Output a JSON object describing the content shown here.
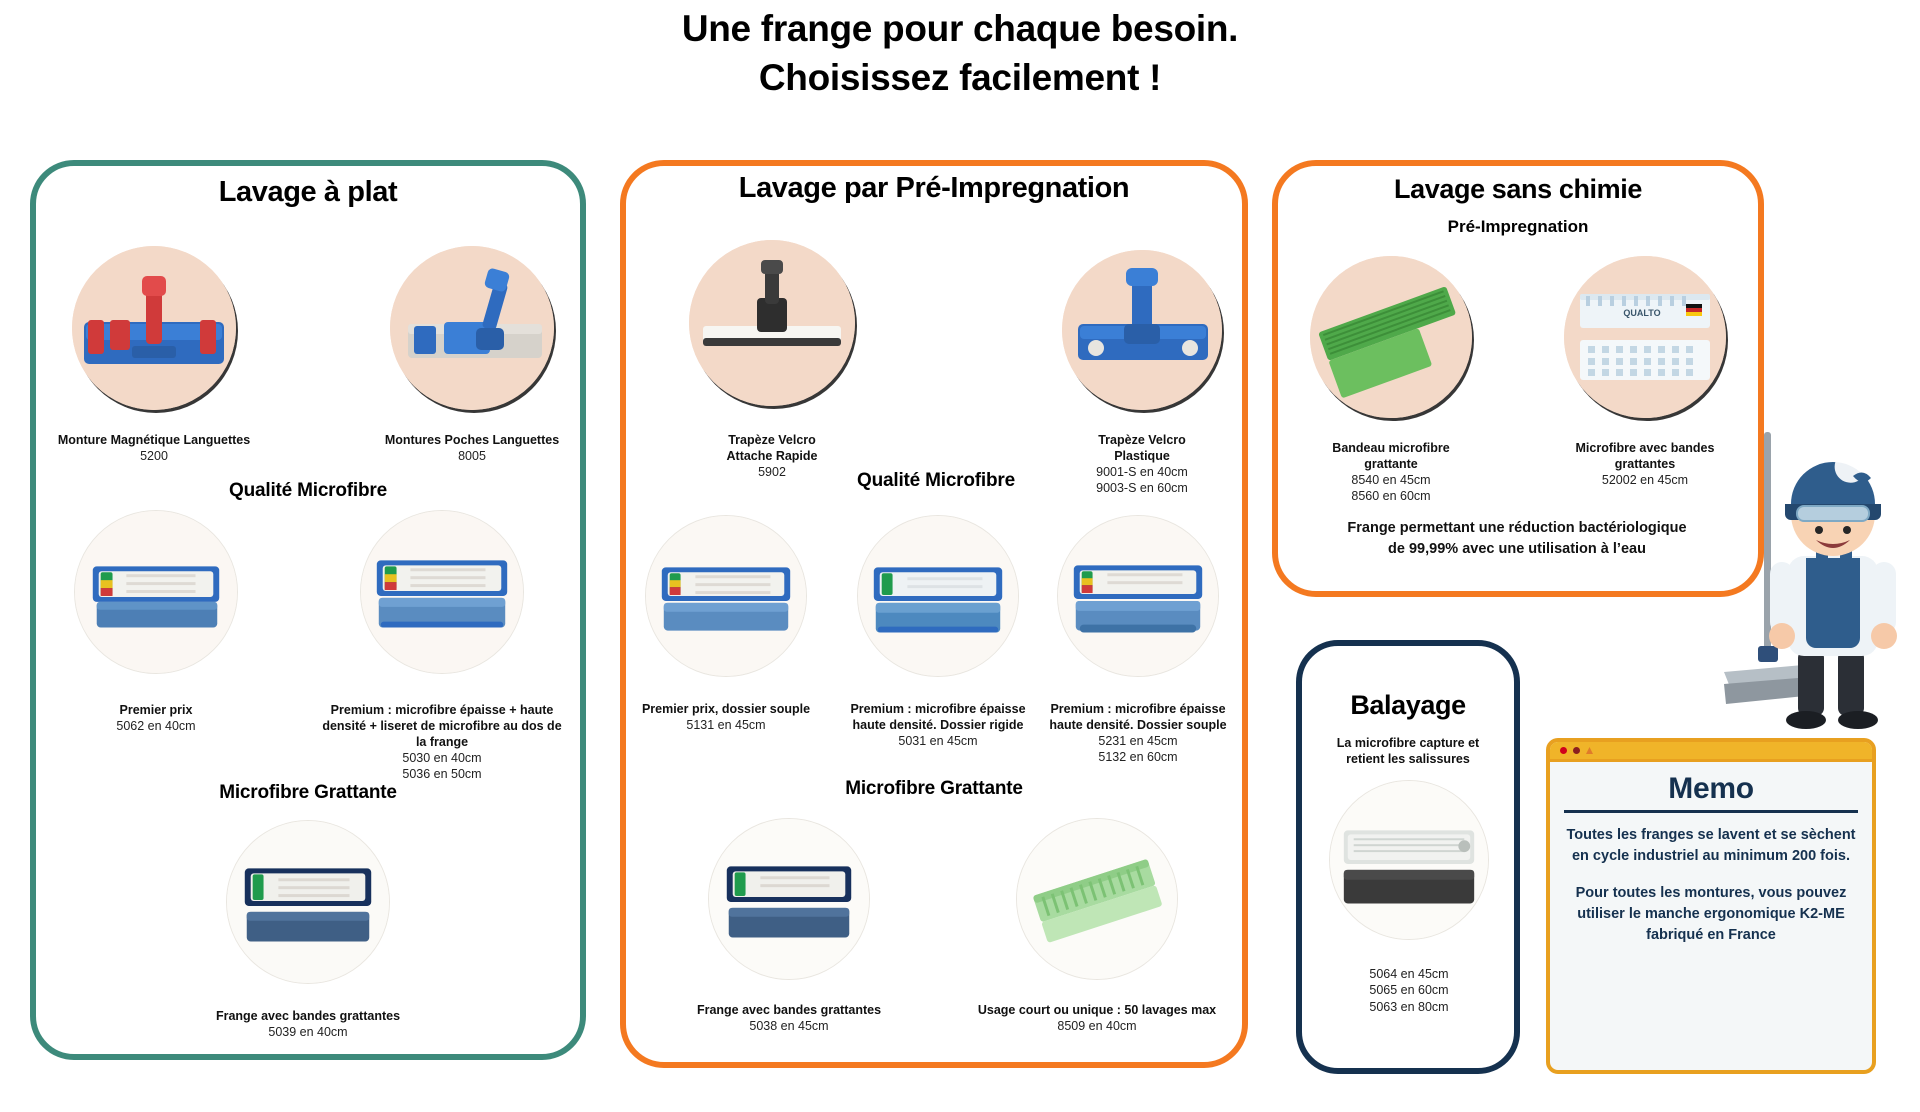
{
  "title": {
    "line1": "Une frange pour chaque besoin.",
    "line2": "Choisissez facilement !"
  },
  "colors": {
    "teal": "#3d8a7b",
    "orange": "#f47920",
    "navy": "#15314f",
    "memo_yellow": "#f0b429",
    "photo_bg": "#f3d9c8"
  },
  "panels": {
    "flat": {
      "heading": "Lavage à plat",
      "mounts": [
        {
          "name": "Monture Magnétique Languettes",
          "code": "5200"
        },
        {
          "name": "Montures Poches Languettes",
          "code": "8005"
        }
      ],
      "section_microfibre": "Qualité Microfibre",
      "microfibre_items": [
        {
          "name": "Premier prix",
          "codes": [
            "5062 en 40cm"
          ]
        },
        {
          "name": "Premium : microfibre épaisse + haute densité + liseret de microfibre au dos de la frange",
          "codes": [
            "5030 en 40cm",
            "5036 en 50cm"
          ]
        }
      ],
      "section_grattante": "Microfibre Grattante",
      "grattante_items": [
        {
          "name": "Frange avec bandes grattantes",
          "codes": [
            "5039 en 40cm"
          ]
        }
      ]
    },
    "pre": {
      "heading": "Lavage par Pré-Impregnation",
      "mounts": [
        {
          "name": "Trapèze Velcro\nAttache Rapide",
          "codes": [
            "5902"
          ]
        },
        {
          "name": "Trapèze Velcro\nPlastique",
          "codes": [
            "9001-S en 40cm",
            "9003-S en 60cm"
          ]
        }
      ],
      "section_microfibre": "Qualité Microfibre",
      "microfibre_items": [
        {
          "name": "Premier prix, dossier souple",
          "codes": [
            "5131 en 45cm"
          ]
        },
        {
          "name": "Premium : microfibre épaisse haute densité. Dossier rigide",
          "codes": [
            "5031 en 45cm"
          ]
        },
        {
          "name": "Premium : microfibre épaisse haute densité. Dossier souple",
          "codes": [
            "5231 en 45cm",
            "5132 en 60cm"
          ]
        }
      ],
      "section_grattante": "Microfibre Grattante",
      "grattante_items": [
        {
          "name": "Frange avec bandes grattantes",
          "codes": [
            "5038 en 45cm"
          ]
        },
        {
          "name": "Usage court ou unique : 50 lavages max",
          "codes": [
            "8509 en 40cm"
          ]
        }
      ]
    },
    "nochem": {
      "heading": "Lavage sans chimie",
      "subheading": "Pré-Impregnation",
      "items": [
        {
          "name": "Bandeau microfibre\ngrattante",
          "codes": [
            "8540 en 45cm",
            "8560 en 60cm"
          ]
        },
        {
          "name": "Microfibre avec bandes\ngrattantes",
          "codes": [
            "52002 en 45cm"
          ]
        }
      ],
      "note": "Frange permettant une réduction bactériologique\nde 99,99% avec une utilisation à l’eau"
    },
    "balayage": {
      "heading": "Balayage",
      "subheading": "La microfibre capture et\nretient les salissures",
      "codes": [
        "5064 en 45cm",
        "5065 en 60cm",
        "5063 en 80cm"
      ]
    }
  },
  "memo": {
    "title": "Memo",
    "paragraph1": "Toutes les franges se lavent et se sèchent en cycle industriel au minimum 200 fois.",
    "paragraph2": "Pour toutes les montures, vous pouvez utiliser le manche ergonomique K2-ME fabriqué en France"
  },
  "brand_label": "QUALTO"
}
